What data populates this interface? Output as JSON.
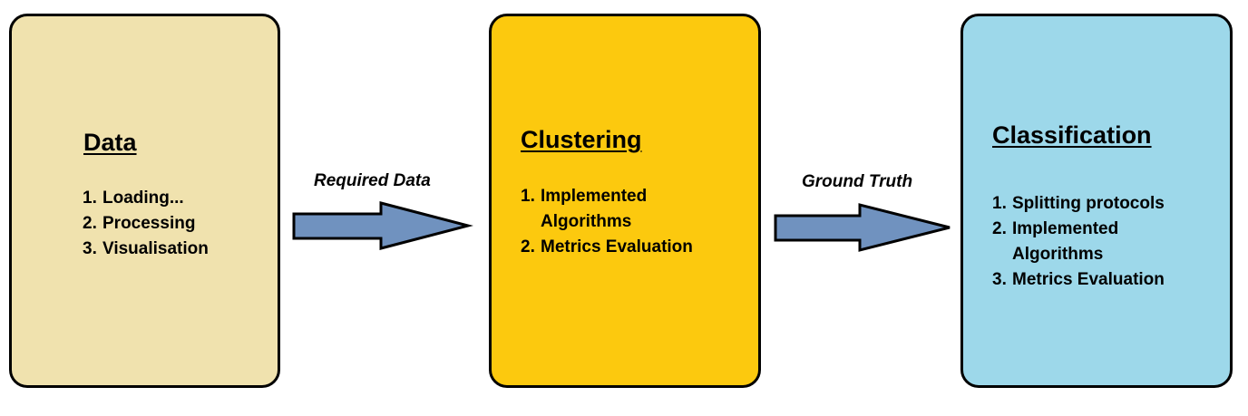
{
  "colors": {
    "data_box": "#F0E2AE",
    "clustering_box": "#FCC90E",
    "classification_box": "#9DD8EA",
    "arrow_fill": "#7092BF",
    "border": "#000000"
  },
  "boxes": [
    {
      "title": "Data",
      "items": [
        {
          "num": "1.",
          "text": "Loading..."
        },
        {
          "num": "2.",
          "text": "Processing"
        },
        {
          "num": "3.",
          "text": "Visualisation"
        }
      ]
    },
    {
      "title": "Clustering",
      "items": [
        {
          "num": "1.",
          "text": "Implemented\nAlgorithms"
        },
        {
          "num": "2.",
          "text": "Metrics Evaluation"
        }
      ]
    },
    {
      "title": "Classification",
      "items": [
        {
          "num": "1.",
          "text": "Splitting protocols"
        },
        {
          "num": "2.",
          "text": "Implemented\nAlgorithms"
        },
        {
          "num": "3.",
          "text": "Metrics Evaluation"
        }
      ]
    }
  ],
  "arrows": [
    {
      "label": "Required Data"
    },
    {
      "label": "Ground Truth"
    }
  ]
}
